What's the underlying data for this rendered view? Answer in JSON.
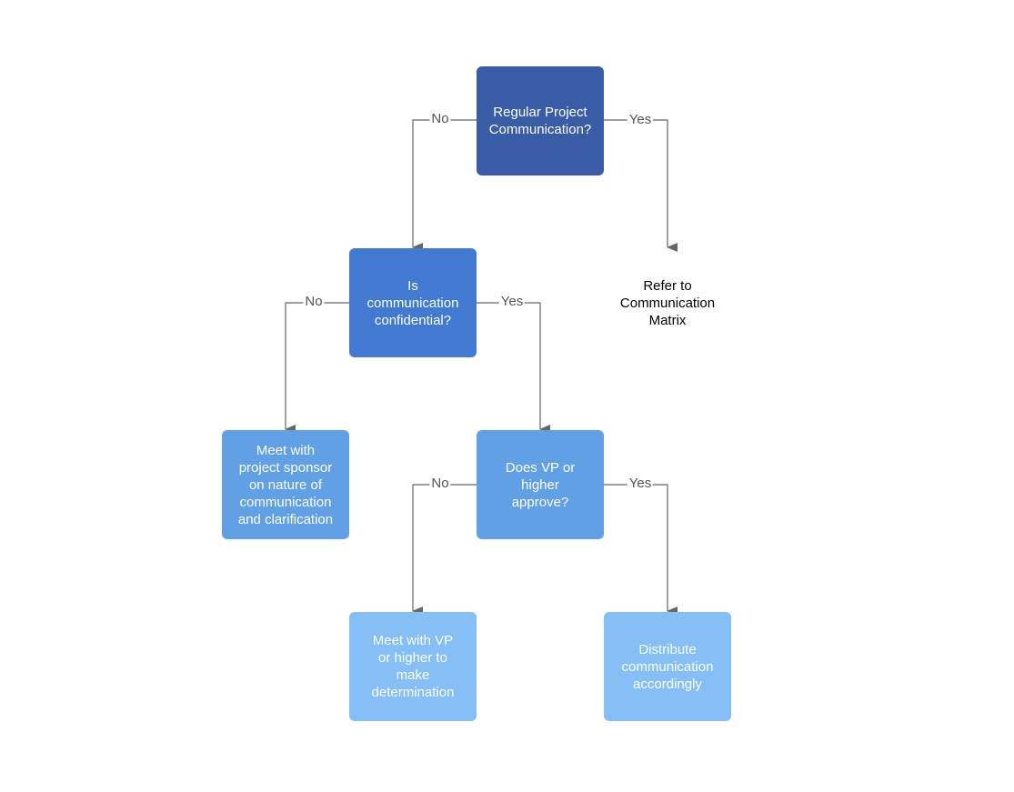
{
  "diagram": {
    "nodes": {
      "regular_project": "Regular Project\nCommunication?",
      "confidential": "Is\ncommunication\nconfidential?",
      "refer_matrix": "Refer to\nCommunication\nMatrix",
      "meet_sponsor": "Meet with\nproject sponsor\non nature of\ncommunication\nand clarification",
      "vp_approve": "Does VP or\nhigher\napprove?",
      "meet_vp": "Meet with VP\nor higher to\nmake\ndetermination",
      "distribute": "Distribute\ncommunication\naccordingly"
    },
    "edge_labels": {
      "regular_no": "No",
      "regular_yes": "Yes",
      "confidential_no": "No",
      "confidential_yes": "Yes",
      "vp_no": "No",
      "vp_yes": "Yes"
    },
    "colors": {
      "level1": "#3a5ba5",
      "level2": "#4279d1",
      "level3": "#62a0e5",
      "level4": "#85bff5",
      "connector": "#666666"
    }
  }
}
